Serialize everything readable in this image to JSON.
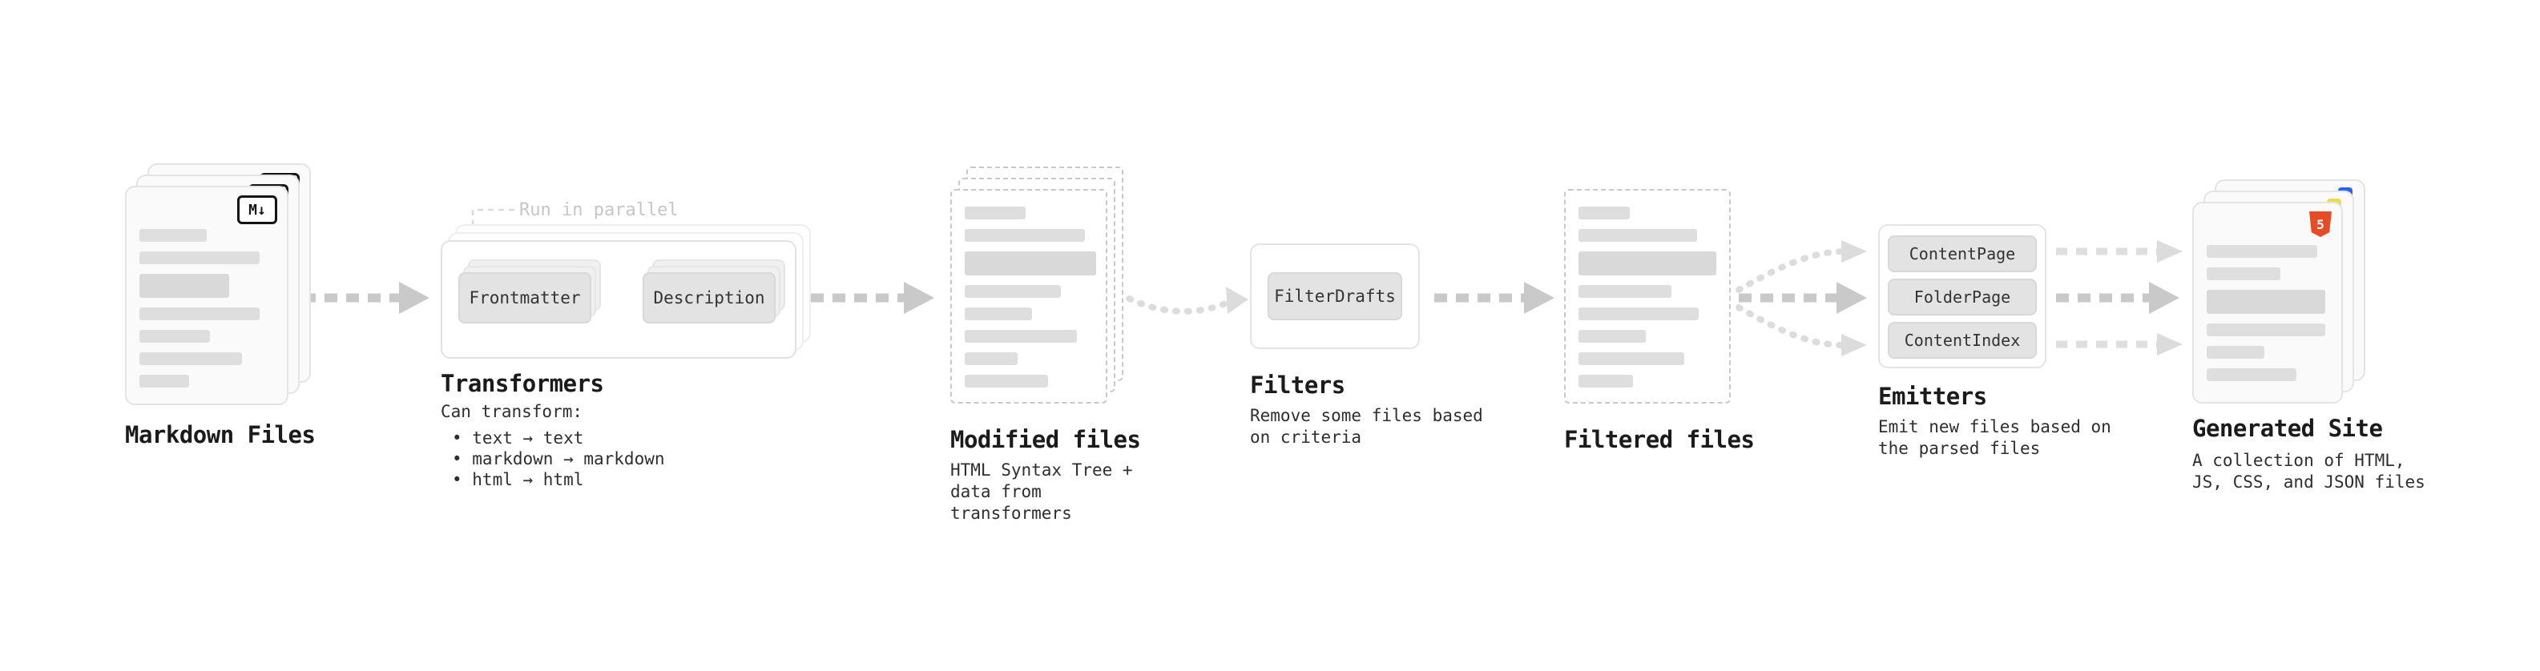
{
  "nodes": {
    "markdown_files": {
      "title": "Markdown Files",
      "badge": "M↓"
    },
    "transformers": {
      "title": "Transformers",
      "annotation": "Run in parallel",
      "boxes": [
        "Frontmatter",
        "Description"
      ],
      "caption_heading": "Can transform:",
      "bullets": [
        "• text → text",
        "• markdown → markdown",
        "• html → html"
      ]
    },
    "modified_files": {
      "title": "Modified files",
      "caption": "HTML Syntax Tree +\ndata from transformers"
    },
    "filters": {
      "title": "Filters",
      "box": "FilterDrafts",
      "caption": "Remove some files based\non criteria"
    },
    "filtered_files": {
      "title": "Filtered files"
    },
    "emitters": {
      "title": "Emitters",
      "boxes": [
        "ContentPage",
        "FolderPage",
        "ContentIndex"
      ],
      "caption": "Emit new files based on\nthe parsed files"
    },
    "generated_site": {
      "title": "Generated Site",
      "badge": "5",
      "caption": "A collection of HTML,\nJS, CSS, and JSON files"
    }
  },
  "colors": {
    "arrow": "#c9c9c9",
    "arrow_light": "#dcdcdc",
    "card_bg": "#fafafa",
    "card_border": "#e4e4e4",
    "box_bg": "#e3e3e3",
    "title_text": "#1b1b1b",
    "caption_text": "#2e2e2e",
    "annotation_text": "#c6c6c6",
    "html5_orange": "#e44d26",
    "js_yellow": "#f0db4f",
    "css_blue": "#2965f1"
  }
}
